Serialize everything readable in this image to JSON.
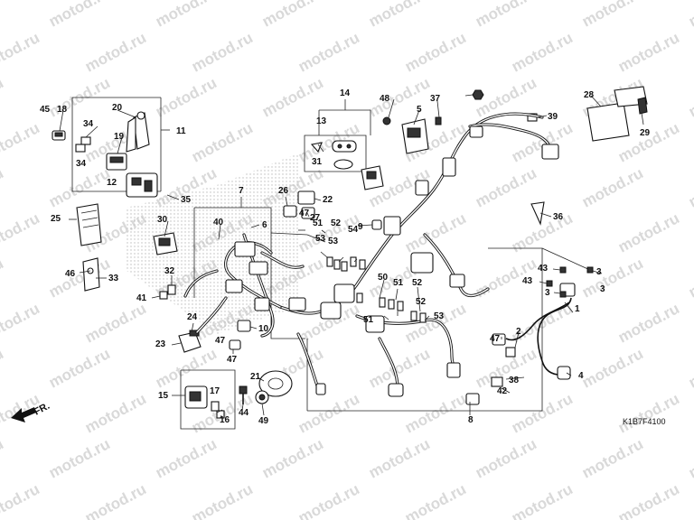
{
  "watermark": "motod.ru",
  "diagram_code": "K1B7F4100",
  "direction_label": "FR.",
  "callouts": [
    "1",
    "2",
    "3",
    "4",
    "5",
    "6",
    "7",
    "8",
    "9",
    "10",
    "11",
    "12",
    "13",
    "14",
    "15",
    "16",
    "17",
    "18",
    "19",
    "20",
    "21",
    "22",
    "23",
    "24",
    "25",
    "26",
    "27",
    "28",
    "29",
    "30",
    "31",
    "32",
    "33",
    "34",
    "35",
    "36",
    "37",
    "38",
    "39",
    "40",
    "41",
    "42",
    "43",
    "44",
    "45",
    "46",
    "47",
    "48",
    "49",
    "50",
    "51",
    "52",
    "53",
    "54"
  ],
  "extra_callouts": [
    "3",
    "3",
    "34",
    "43",
    "47",
    "47",
    "47",
    "51",
    "51",
    "52",
    "52",
    "53",
    "53"
  ]
}
